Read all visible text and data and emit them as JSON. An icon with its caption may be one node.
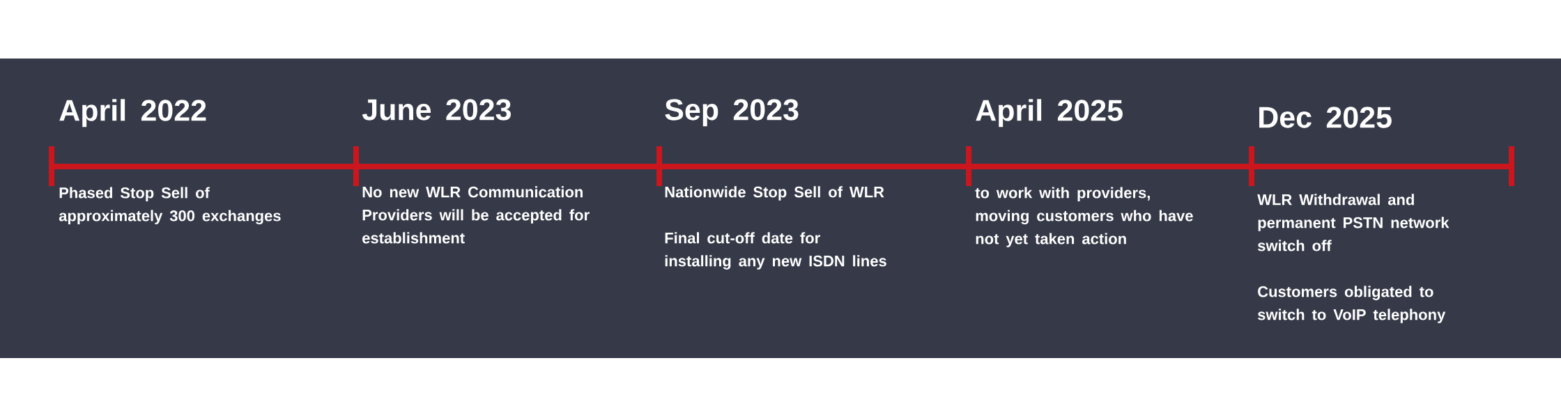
{
  "diagram": {
    "nodes": [
      {
        "text": [
          "April 2022",
          "Phased Stop Sell of approximately 300 exchanges"
        ]
      },
      {
        "text": [
          "June 2023",
          "No new WLR Communication Providers will  be accepted for establishment"
        ]
      },
      {
        "text": [
          "Sep 2023",
          "Nationwide Stop Sell of WLR",
          "Final cut-off date for installing any new ISDN lines"
        ]
      },
      {
        "text": [
          "April 2025",
          "to work with providers, moving customers who have not yet taken action"
        ]
      },
      {
        "text": [
          "Dec 2025",
          "WLR Withdrawal and permanent PSTN network switch off",
          "Customers obligated to switch to VoIP telephony"
        ]
      }
    ]
  }
}
